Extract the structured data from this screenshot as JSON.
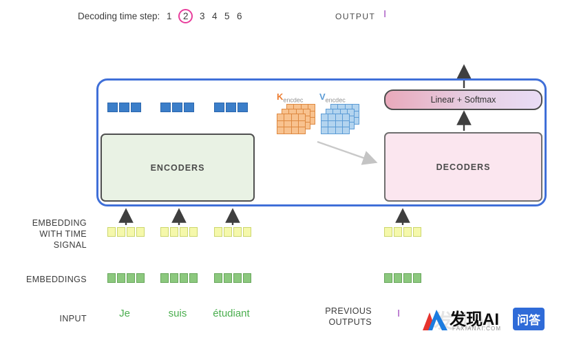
{
  "header": {
    "decoding_label": "Decoding time step:",
    "steps": [
      "1",
      "2",
      "3",
      "4",
      "5",
      "6"
    ],
    "active_step": "2",
    "output_label": "OUTPUT",
    "output_value": "I"
  },
  "diagram": {
    "encoders_label": "ENCODERS",
    "decoders_label": "DECODERS",
    "linear_softmax_label": "Linear + Softmax",
    "kv": {
      "k_label": "K",
      "k_sub": "encdec",
      "v_label": "V",
      "v_sub": "encdec"
    }
  },
  "lower": {
    "embedding_time_label": "EMBEDDING\nWITH TIME\nSIGNAL",
    "embeddings_label": "EMBEDDINGS",
    "input_label": "INPUT",
    "input_tokens": [
      "Je",
      "suis",
      "étudiant"
    ],
    "previous_outputs_label": "PREVIOUS\nOUTPUTS",
    "previous_output_value": "I"
  },
  "watermark": {
    "brand": "发现AI",
    "domain": "FAXIANAI.COM",
    "badge": "问答"
  },
  "colors": {
    "container_border_blue": "#3f6fd8",
    "encoder_fill": "#e9f2e4",
    "decoder_fill": "#fbe6ef",
    "step_circle_pink": "#e83e9c",
    "token_vector_blue": "#3b7ec9",
    "embedding_green": "#8cc87e",
    "time_signal_yellow": "#f5f8ab",
    "k_orange": "#ed7d31",
    "v_blue": "#5b9bd5",
    "output_purple": "#a44fc0",
    "input_text_green": "#4aae4e",
    "watermark_badge_blue": "#2f6bd8"
  }
}
